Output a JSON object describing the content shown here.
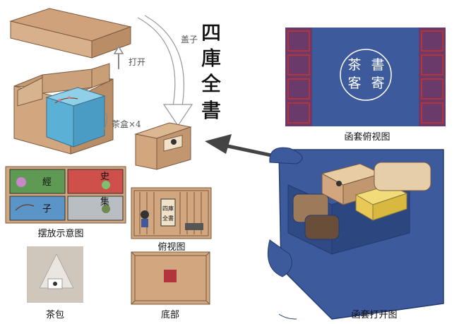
{
  "title_vertical": [
    "四",
    "庫",
    "全",
    "書"
  ],
  "annotations": {
    "open": "打开",
    "lid": "盖子",
    "tea_box_count": "茶盒×4"
  },
  "captions": {
    "case_top_view": "函套俯视图",
    "arrangement": "摆放示意图",
    "top_view": "俯视图",
    "tea_bag": "茶包",
    "bottom": "底部",
    "case_open_view": "函套打开图"
  },
  "seal_text": [
    "書",
    "寄",
    "茶",
    "客"
  ],
  "tea_cards": [
    "經",
    "史",
    "子",
    "集"
  ],
  "box_label": [
    "四庫",
    "全書"
  ],
  "colors": {
    "kraft": "#d2a77f",
    "kraft_dark": "#b98d66",
    "box_blue": "#5bb0d6",
    "case_navy": "#3d5a9c",
    "case_red": "#b3343a",
    "card_green": "#5f9a55",
    "card_red": "#cf4f4a",
    "card_blue": "#5b94c7",
    "card_grey": "#b9bec3"
  }
}
